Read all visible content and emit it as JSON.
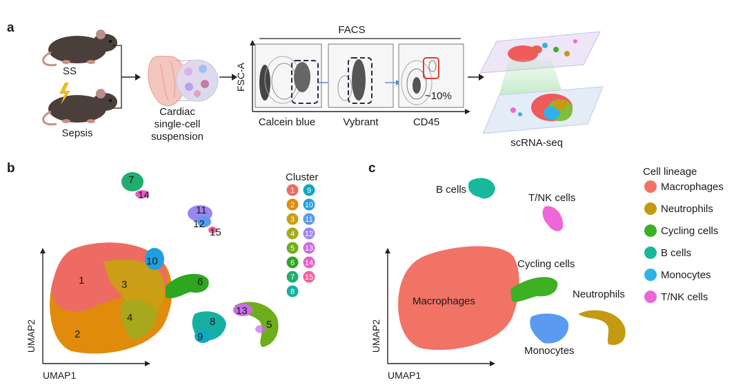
{
  "panel_a": {
    "letter": "a",
    "mouse_top_label": "SS",
    "mouse_bottom_label": "Sepsis",
    "cardiac_label": [
      "Cardiac",
      "single-cell",
      "suspension"
    ],
    "facs_title": "FACS",
    "facs_yaxis": "FSC-A",
    "facs_gates": [
      "Calcein blue",
      "Vybrant",
      "CD45"
    ],
    "facs_percent": "~10%",
    "scrna_label": "scRNA-seq"
  },
  "panel_b": {
    "letter": "b",
    "x_axis": "UMAP1",
    "y_axis": "UMAP2",
    "legend_title": "Cluster",
    "clusters": [
      {
        "id": "1",
        "color": "#ee6b63"
      },
      {
        "id": "2",
        "color": "#e08b0c"
      },
      {
        "id": "3",
        "color": "#c9a012"
      },
      {
        "id": "4",
        "color": "#a8a81c"
      },
      {
        "id": "5",
        "color": "#6fae1a"
      },
      {
        "id": "6",
        "color": "#2ea61f"
      },
      {
        "id": "7",
        "color": "#1fae6e"
      },
      {
        "id": "8",
        "color": "#16b0a3"
      },
      {
        "id": "9",
        "color": "#13a8c2"
      },
      {
        "id": "10",
        "color": "#1f9fe0"
      },
      {
        "id": "11",
        "color": "#5a9af0"
      },
      {
        "id": "12",
        "color": "#9b86ef"
      },
      {
        "id": "13",
        "color": "#cc6be6"
      },
      {
        "id": "14",
        "color": "#ec5cc9"
      },
      {
        "id": "15",
        "color": "#f2609a"
      }
    ]
  },
  "panel_c": {
    "letter": "c",
    "x_axis": "UMAP1",
    "y_axis": "UMAP2",
    "legend_title": "Cell lineage",
    "lineages": [
      {
        "name": "Macrophages",
        "color": "#f07366"
      },
      {
        "name": "Neutrophils",
        "color": "#c39a12"
      },
      {
        "name": "Cycling cells",
        "color": "#3db024"
      },
      {
        "name": "B cells",
        "color": "#17b89b"
      },
      {
        "name": "Monocytes",
        "color": "#2fb2e6"
      },
      {
        "name": "T/NK cells",
        "color": "#ee66d8"
      }
    ],
    "labels": {
      "b_cells": "B cells",
      "tnk": "T/NK cells",
      "cycling": "Cycling cells",
      "neutrophils": "Neutrophils",
      "macrophages": "Macrophages",
      "monocytes": "Monocytes"
    }
  }
}
